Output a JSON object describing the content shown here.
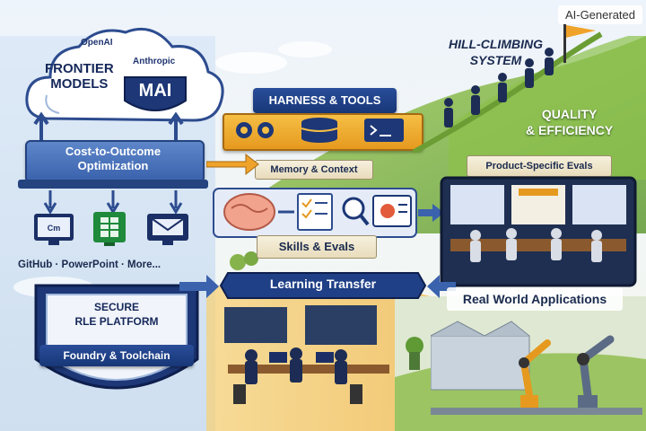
{
  "watermark": "AI-Generated",
  "frontier": {
    "title_line1": "FRONTIER",
    "title_line2": "MODELS",
    "labs": [
      "OpenAI",
      "Anthropic"
    ],
    "mai_label": "MAI"
  },
  "optimization": {
    "line1": "Cost-to-Outcome",
    "line2": "Optimization"
  },
  "apps": {
    "caption": "GitHub · PowerPoint · More...",
    "icon_names": [
      "code-monitor-icon",
      "powerpoint-icon",
      "mail-icon"
    ]
  },
  "harness": {
    "title": "HARNESS & TOOLS",
    "memory_label": "Memory & Context"
  },
  "hill": {
    "line1": "HILL-CLIMBING",
    "line2": "SYSTEM"
  },
  "quality": {
    "line1": "QUALITY",
    "line2": "& EFFICIENCY"
  },
  "product_evals": "Product-Specific Evals",
  "skills": {
    "title": "Skills & Evals"
  },
  "learning_transfer": "Learning Transfer",
  "real_world": "Real World Applications",
  "secure": {
    "line1": "SECURE",
    "line2": "RLE PLATFORM",
    "foundry": "Foundry & Toolchain"
  },
  "colors": {
    "navy": "#15285a",
    "ribbon_blue": "#1f3f86",
    "accent_orange": "#f0a32a",
    "grass": "#8fbf45"
  }
}
